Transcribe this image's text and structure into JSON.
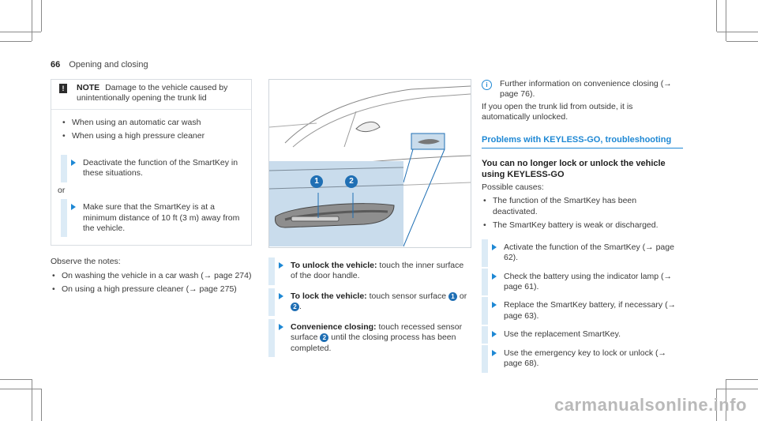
{
  "header": {
    "page_number": "66",
    "section": "Opening and closing"
  },
  "col1": {
    "note": {
      "icon": "warning-icon",
      "label": "NOTE",
      "text": "Damage to the vehicle caused by unintentionally opening the trunk lid",
      "bullets": [
        "When using an automatic car wash",
        "When using a high pressure cleaner"
      ],
      "step1": "Deactivate the function of the SmartKey in these situations.",
      "or": "or",
      "step2": "Make sure that the SmartKey is at a minimum distance of 10 ft (3 m) away from the vehicle."
    },
    "observe": "Observe the notes:",
    "observe_bullets": [
      "On washing the vehicle in a car wash (→ page 274)",
      "On using a high pressure cleaner (→ page 275)"
    ]
  },
  "col2": {
    "figure_badges": [
      "1",
      "2"
    ],
    "steps": [
      {
        "label": "To unlock the vehicle:",
        "text": "touch the inner surface of the door handle."
      },
      {
        "label": "To lock the vehicle:",
        "text_a": "touch sensor surface",
        "badge1": "1",
        "or": "or",
        "badge2": "2",
        "end": "."
      },
      {
        "label": "Convenience closing:",
        "text_a": "touch recessed sensor surface",
        "badge": "2",
        "text_b": "until the closing process has been completed."
      }
    ]
  },
  "col3": {
    "info_icon": "info-icon",
    "info": "Further information on convenience closing (→ page 76).",
    "para": "If you open the trunk lid from outside, it is automatically unlocked.",
    "section_title": "Problems with KEYLESS-GO, troubleshooting",
    "sub_title": "You can no longer lock or unlock the vehicle using KEYLESS-GO",
    "causes_label": "Possible causes:",
    "causes": [
      "The function of the SmartKey has been deactivated.",
      "The SmartKey battery is weak or discharged."
    ],
    "steps": [
      "Activate the function of the SmartKey (→ page 62).",
      "Check the battery using the indicator lamp (→ page 61).",
      "Replace the SmartKey battery, if necessary (→ page 63).",
      "Use the replacement SmartKey.",
      "Use the emergency key to lock or unlock (→ page 68)."
    ]
  },
  "watermark": "carmanualsonline.info"
}
